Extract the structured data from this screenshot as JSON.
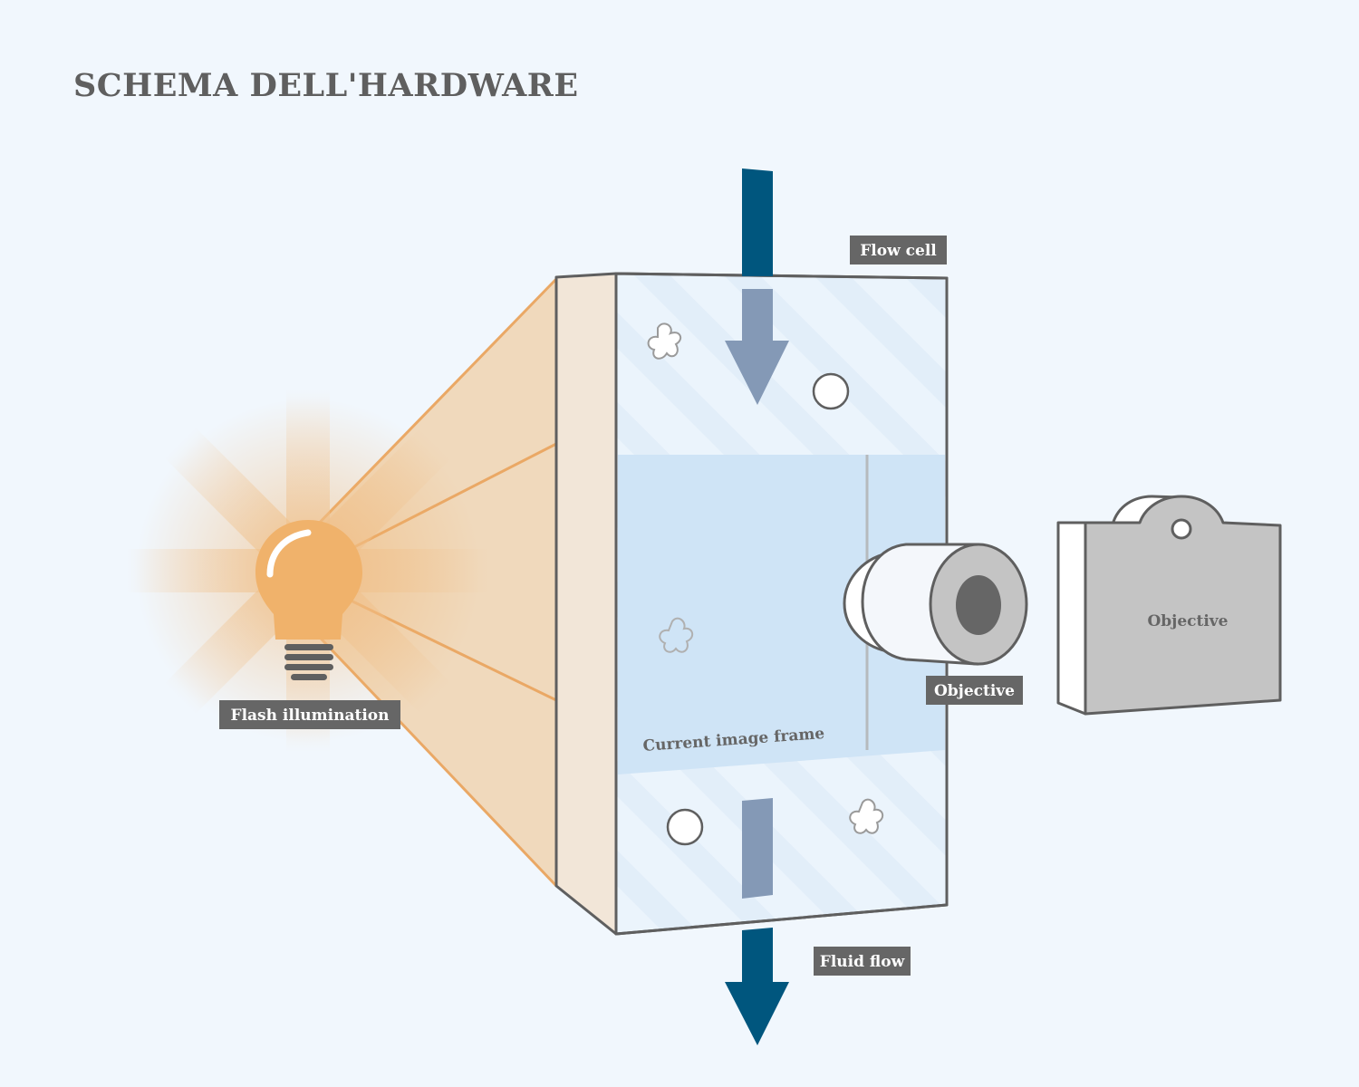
{
  "title": "SCHEMA DELL'HARDWARE",
  "labels": {
    "flow_cell": "Flow cell",
    "flash_illumination": "Flash illumination",
    "objective_lens": "Objective",
    "objective_box": "Objective",
    "current_image_frame": "Current image frame",
    "fluid_flow": "Fluid flow"
  },
  "icons": {
    "bulb": "light-bulb-icon",
    "flow_in": "arrow-down-icon",
    "flow_out": "arrow-down-icon",
    "lens": "objective-lens-icon"
  },
  "colors": {
    "background": "#f1f7fd",
    "arrow_dark": "#00567e",
    "arrow_light": "#8499b6",
    "bulb": "#f0b26b",
    "beam": "#f0d5b5",
    "label_bg": "#666666",
    "frame_band": "#cde3f6",
    "objective_box": "#c4c4c4"
  }
}
